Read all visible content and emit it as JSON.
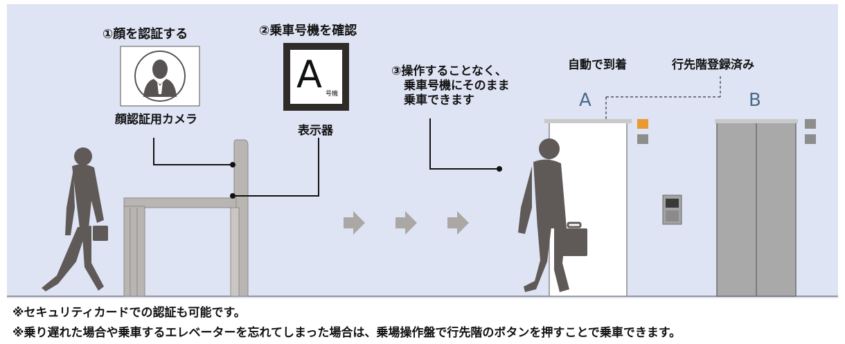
{
  "colors": {
    "background_panel": "#dfe4f4",
    "silhouette": "#5f5a58",
    "gate": "#b9b5b2",
    "arrow": "#aaa7a5",
    "indicator_active": "#e99a32",
    "indicator_inactive": "#8d8d8d",
    "car_letter": "#4a6a8a"
  },
  "steps": {
    "step1": "①顔を認証する",
    "step2": "②乗車号機を確認",
    "step3_lines": [
      "③操作することなく、",
      "乗車号機にそのまま",
      "乗車できます"
    ]
  },
  "captions": {
    "camera": "顔認証用カメラ",
    "display": "表示器",
    "auto_arrival": "自動で到着",
    "destination_registered": "行先階登録済み"
  },
  "display_panel": {
    "letter": "A",
    "unit": "号機"
  },
  "elevators": {
    "car_a": "A",
    "car_b": "B"
  },
  "icons": [
    "face-avatar-icon",
    "right-arrow-icon"
  ],
  "notes": {
    "note1": "※セキュリティカードでの認証も可能です。",
    "note2": "※乗り遅れた場合や乗車するエレベーターを忘れてしまった場合は、乗場操作盤で行先階のボタンを押すことで乗車できます。"
  }
}
